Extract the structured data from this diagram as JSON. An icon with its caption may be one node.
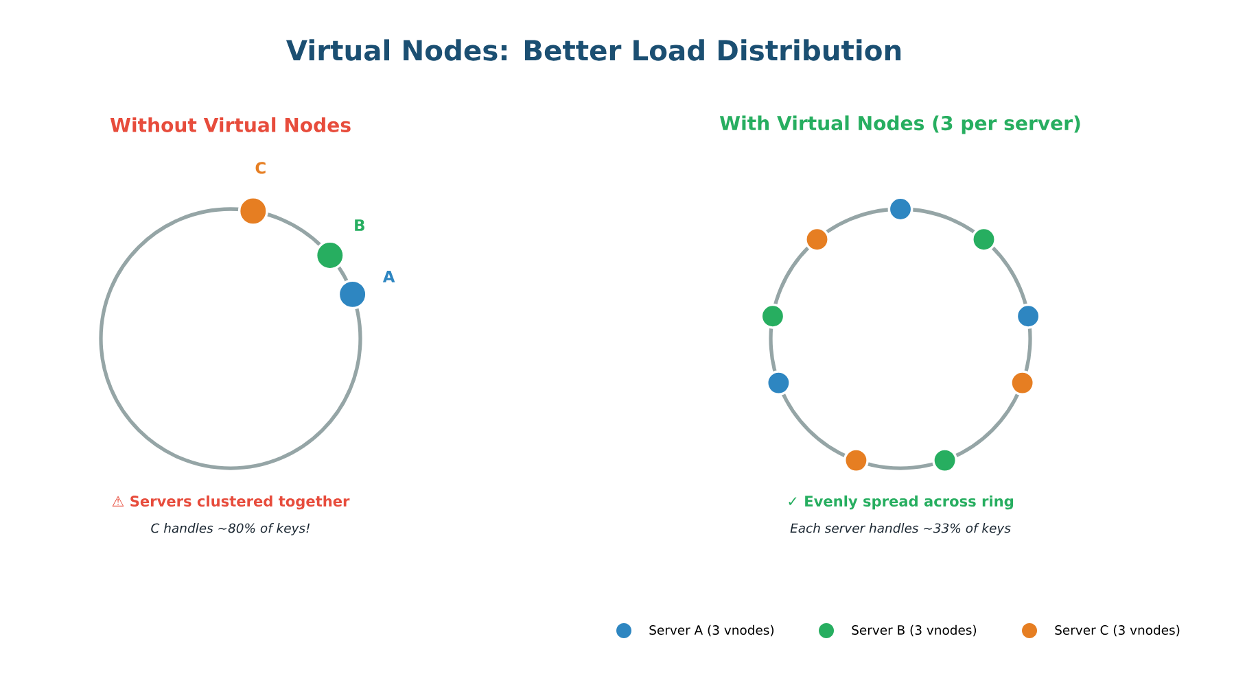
{
  "diagram": {
    "title": "Virtual Nodes: Better Load Distribution",
    "nodes": [
      {
        "text": [],
        "shape": "circle",
        "beside": [
          "C"
        ]
      },
      {
        "text": [],
        "shape": "circle",
        "beside": [
          "B"
        ]
      },
      {
        "text": [],
        "shape": "circle",
        "beside": [
          "A"
        ]
      },
      {
        "text": [],
        "shape": "circle"
      },
      {
        "text": [],
        "shape": "circle"
      },
      {
        "text": [],
        "shape": "circle"
      },
      {
        "text": [],
        "shape": "circle"
      },
      {
        "text": [],
        "shape": "circle"
      },
      {
        "text": [],
        "shape": "circle"
      },
      {
        "text": [],
        "shape": "circle"
      },
      {
        "text": [],
        "shape": "circle"
      },
      {
        "text": [],
        "shape": "circle"
      }
    ],
    "labels": [
      "Without Virtual Nodes",
      "With Virtual Nodes (3 per server)",
      "⚠ Servers clustered together",
      "C handles ~80% of keys!",
      "✓ Evenly spread across ring",
      "Each server handles ~33% of keys"
    ],
    "legend": [
      {
        "text": "Server A (3 vnodes)",
        "color": "#2e86c1"
      },
      {
        "text": "Server B (3 vnodes)",
        "color": "#27ae60"
      },
      {
        "text": "Server C (3 vnodes)",
        "color": "#e67e22"
      }
    ]
  }
}
